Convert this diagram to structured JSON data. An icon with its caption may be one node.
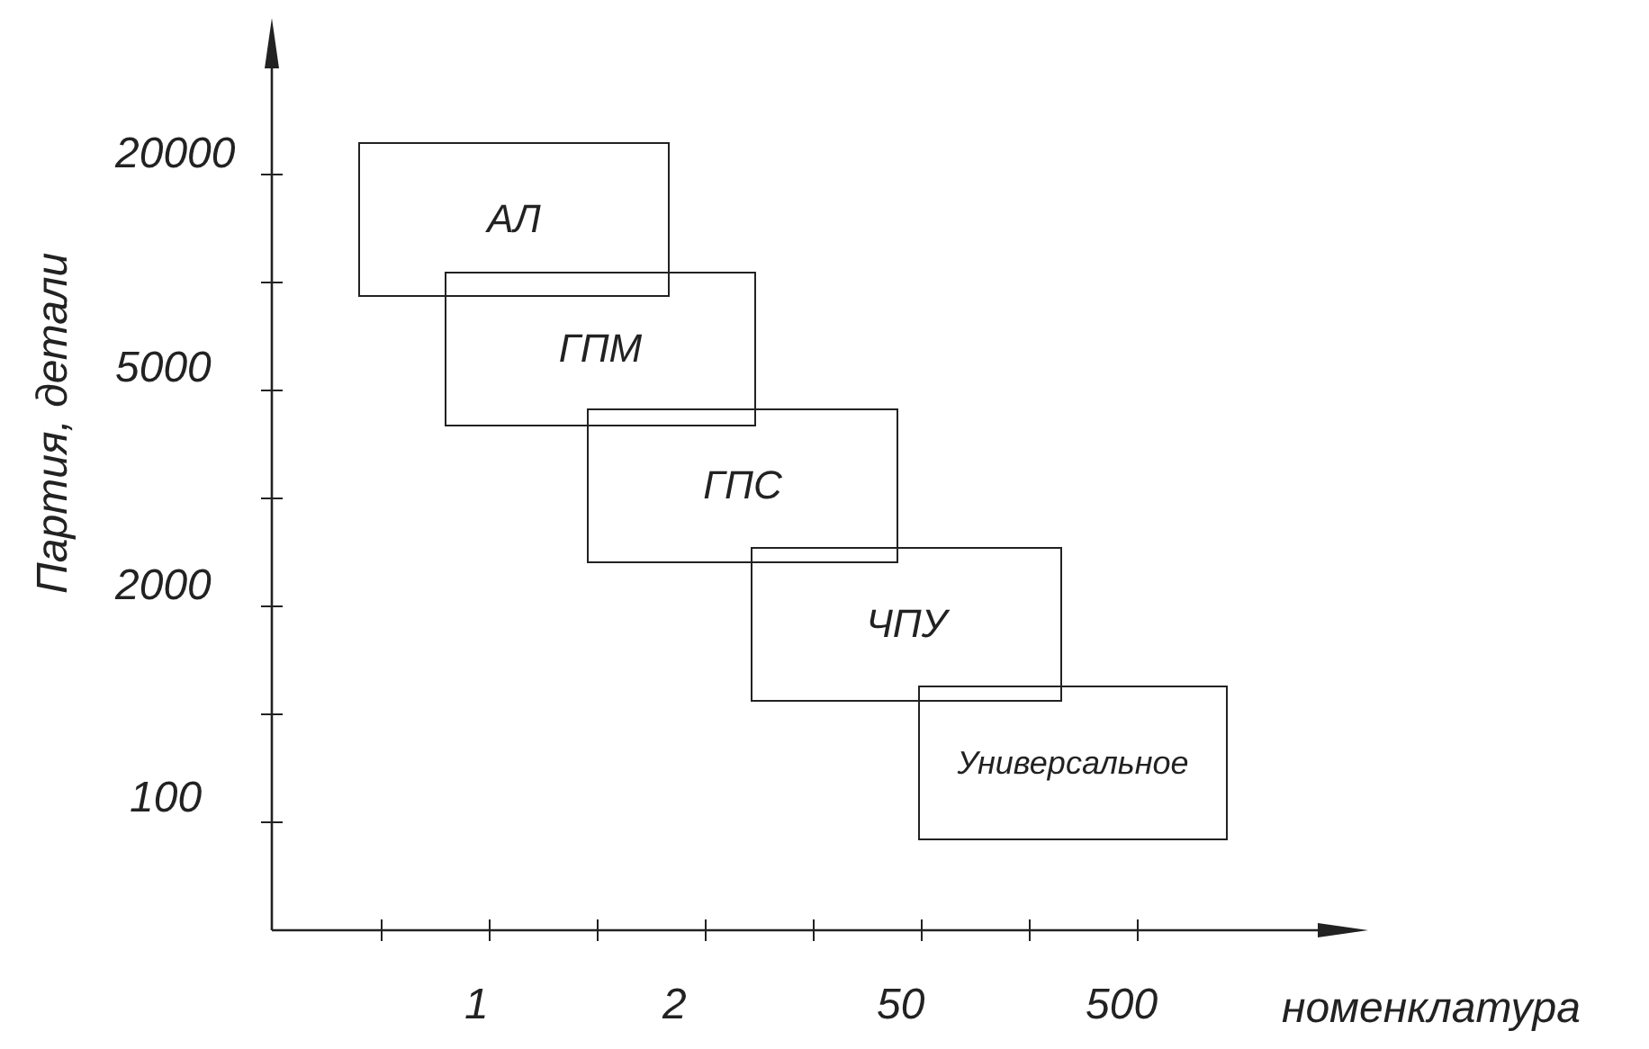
{
  "diagram": {
    "nodes": [
      {
        "text": [
          "АЛ"
        ]
      },
      {
        "text": [
          "ГПМ"
        ]
      },
      {
        "text": [
          "ГПС"
        ]
      },
      {
        "text": [
          "ЧПУ"
        ]
      },
      {
        "text": [
          "Универсальное"
        ]
      }
    ],
    "edges": [],
    "labels": [
      "20000",
      "5000",
      "2000",
      "100",
      "Партия, детали",
      "1",
      "2",
      "50",
      "500",
      "номенклатура"
    ]
  }
}
